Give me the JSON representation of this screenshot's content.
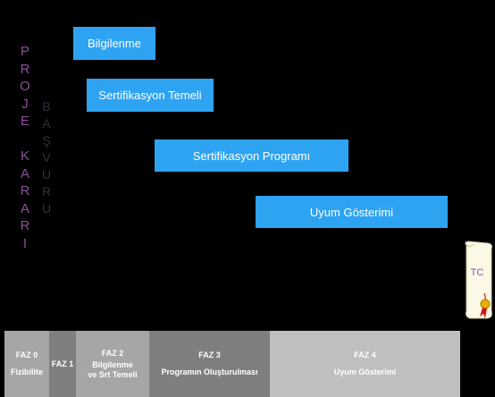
{
  "side_text": {
    "proje_karari": [
      "P",
      "R",
      "O",
      "J",
      "E",
      "",
      "K",
      "A",
      "R",
      "A",
      "R",
      "I"
    ],
    "basvuru": [
      "B",
      "A",
      "Ş",
      "V",
      "U",
      "R",
      "U"
    ]
  },
  "bars": [
    {
      "label": "Bilgilenme"
    },
    {
      "label": "Sertifikasyon Temeli"
    },
    {
      "label": "Sertifikasyon Programı"
    },
    {
      "label": "Uyum Gösterimi"
    }
  ],
  "phases": [
    {
      "lines": [
        "FAZ 0",
        "Fizibilite"
      ],
      "color": "#a6a6a6"
    },
    {
      "lines": [
        "FAZ 1"
      ],
      "color": "#7f7f7f"
    },
    {
      "lines": [
        "FAZ 2",
        "Bilgilenme",
        "ve Srt Temeli"
      ],
      "color": "#a6a6a6"
    },
    {
      "lines": [
        "FAZ 3",
        "Programın Oluşturulması"
      ],
      "color": "#7f7f7f"
    },
    {
      "lines": [
        "FAZ 4",
        "Uyum Gösterimi"
      ],
      "color": "#bfbfbf"
    }
  ],
  "certificate": {
    "label": "TC"
  },
  "colors": {
    "bar": "#2ea3f2",
    "proje": "#8e4f9c",
    "basvuru": "#3a2d3e"
  }
}
